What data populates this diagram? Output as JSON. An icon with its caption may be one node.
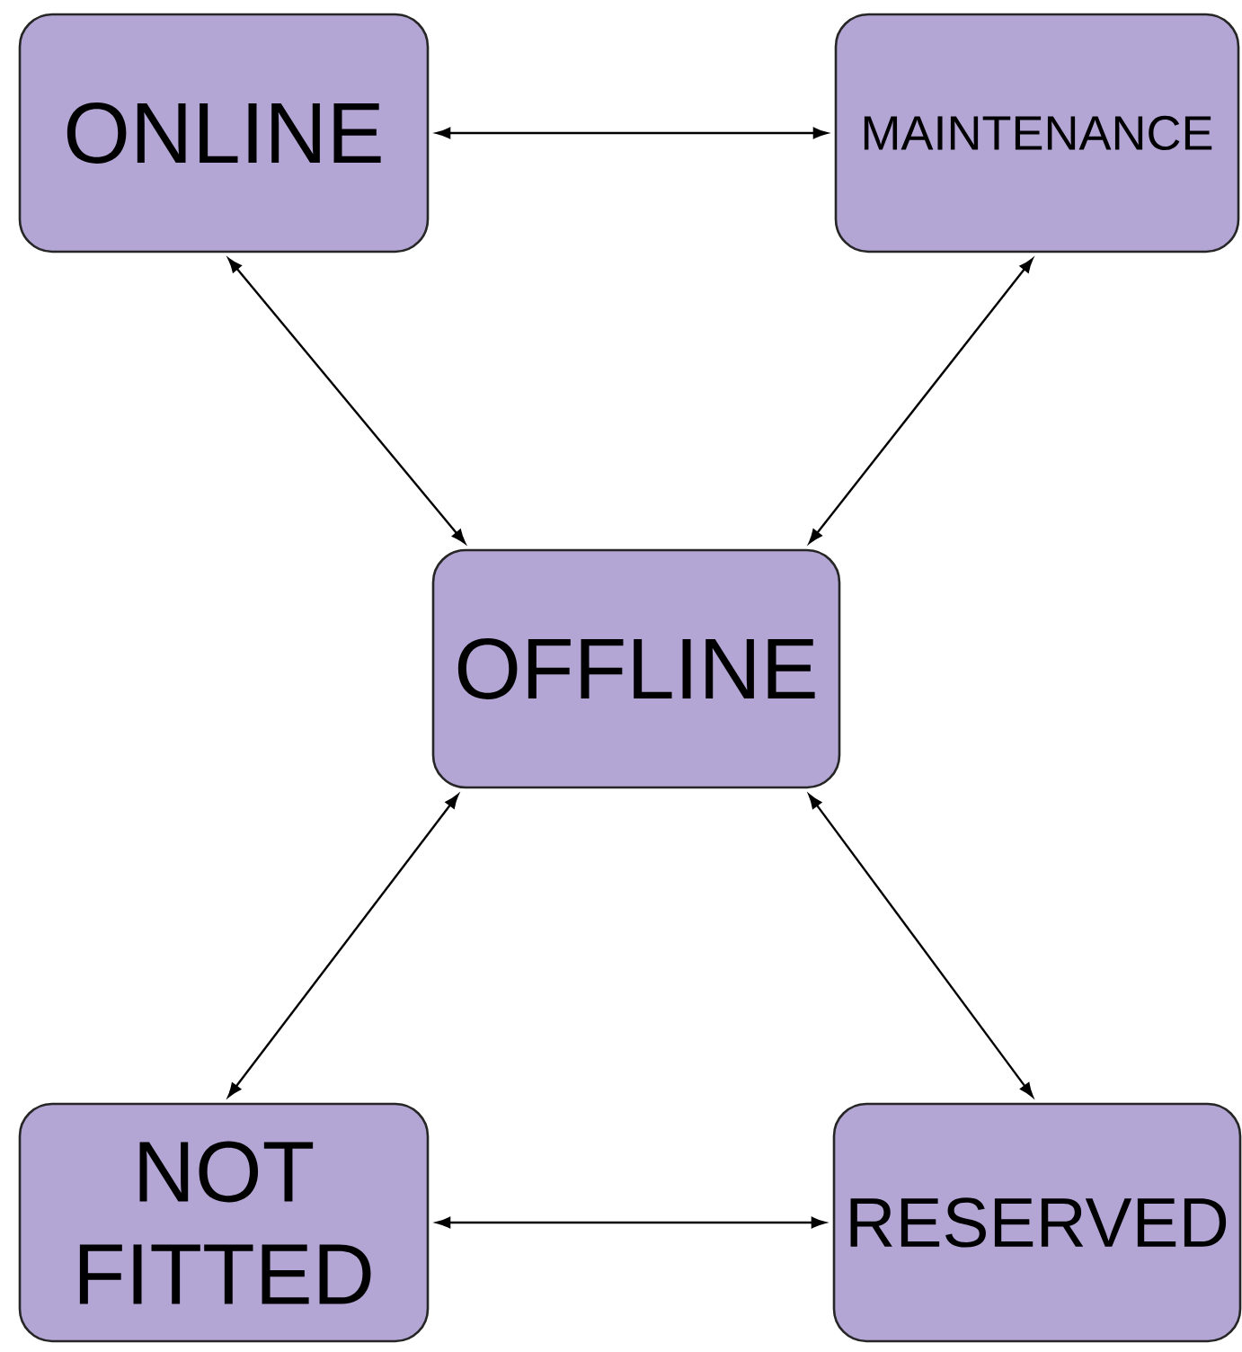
{
  "diagram": {
    "nodes": [
      {
        "text": [
          "ONLINE"
        ]
      },
      {
        "text": [
          "MAINTENANCE"
        ]
      },
      {
        "text": [
          "OFFLINE"
        ]
      },
      {
        "text": [
          "NOT FITTED"
        ]
      },
      {
        "text": [
          "RESERVED"
        ]
      }
    ],
    "edges": [
      {
        "from": 0,
        "to": 1,
        "arrow": "both"
      },
      {
        "from": 0,
        "to": 2,
        "arrow": "both"
      },
      {
        "from": 1,
        "to": 2,
        "arrow": "both"
      },
      {
        "from": 2,
        "to": 3,
        "arrow": "both"
      },
      {
        "from": 2,
        "to": 4,
        "arrow": "both"
      },
      {
        "from": 3,
        "to": 4,
        "arrow": "both"
      }
    ]
  }
}
